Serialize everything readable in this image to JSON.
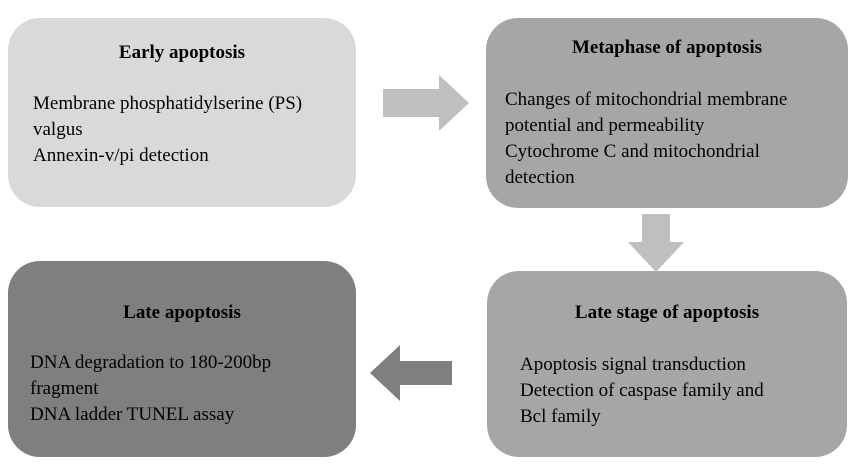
{
  "colors": {
    "early_box": "#d9d9d9",
    "metaphase_box": "#a6a6a6",
    "late_stage_box": "#a6a6a6",
    "late_box": "#7f7f7f",
    "arrow_light": "#bfbfbf",
    "arrow_dark": "#7f7f7f"
  },
  "early": {
    "title": "Early apoptosis",
    "lines": [
      "Membrane phosphatidylserine (PS)",
      "valgus",
      "Annexin-v/pi detection"
    ]
  },
  "metaphase": {
    "title": "Metaphase of apoptosis",
    "lines": [
      "Changes of mitochondrial membrane",
      "potential and permeability",
      "Cytochrome C and mitochondrial",
      "detection"
    ]
  },
  "late_stage": {
    "title": "Late stage of apoptosis",
    "lines": [
      "Apoptosis signal transduction",
      "Detection of caspase family and",
      "Bcl family"
    ]
  },
  "late": {
    "title": "Late apoptosis",
    "lines": [
      "DNA degradation to 180-200bp",
      "fragment",
      "DNA ladder TUNEL assay"
    ]
  }
}
